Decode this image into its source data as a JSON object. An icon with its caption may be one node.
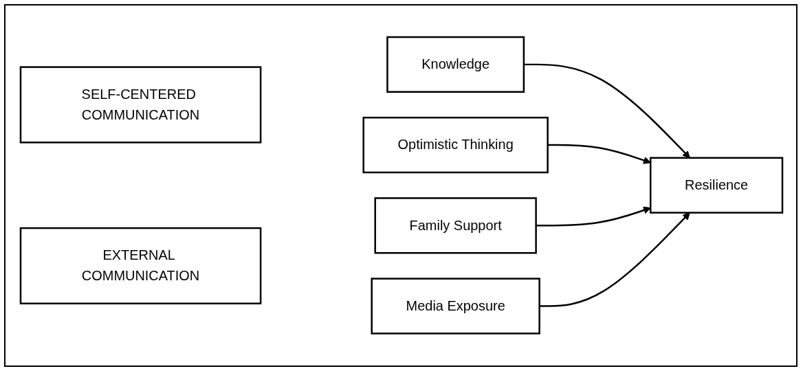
{
  "diagram": {
    "nodes": [
      {
        "text": [
          "SELF-CENTERED COMMUNICATION"
        ]
      },
      {
        "text": [
          "Knowledge"
        ]
      },
      {
        "text": [
          "Optimistic Thinking"
        ]
      },
      {
        "text": [
          "EXTERNAL COMMUNICATION"
        ]
      },
      {
        "text": [
          "Family Support"
        ]
      },
      {
        "text": [
          "Media Exposure"
        ]
      },
      {
        "text": [
          "Resilience"
        ]
      }
    ],
    "edges": [
      {
        "from": 1,
        "to": 6,
        "arrow": "to"
      },
      {
        "from": 2,
        "to": 6,
        "arrow": "to"
      },
      {
        "from": 4,
        "to": 6,
        "arrow": "to"
      },
      {
        "from": 5,
        "to": 6,
        "arrow": "to"
      }
    ]
  }
}
